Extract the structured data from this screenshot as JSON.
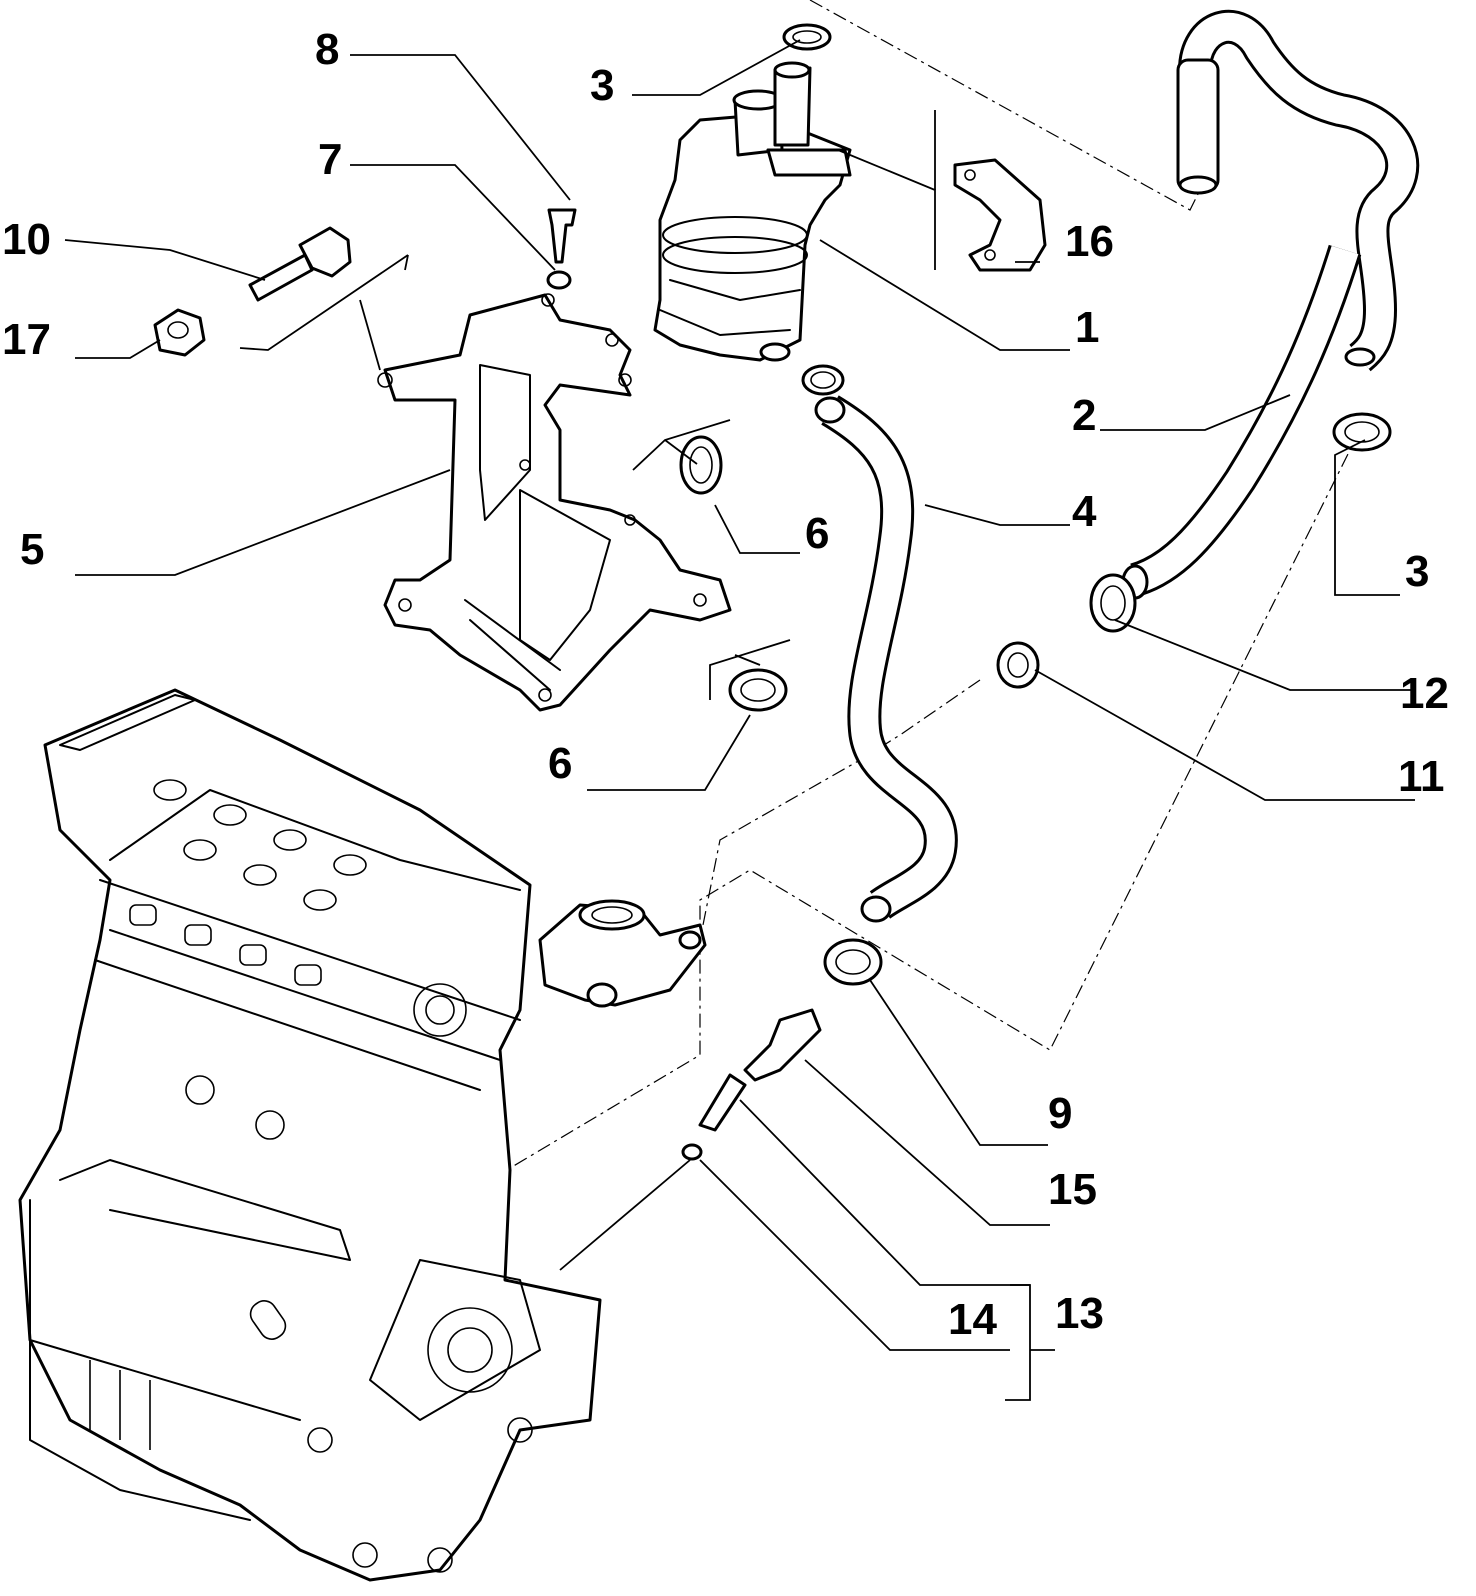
{
  "diagram": {
    "labels": {
      "p1": "1",
      "p2": "2",
      "p3a": "3",
      "p3b": "3",
      "p4": "4",
      "p5": "5",
      "p6a": "6",
      "p6b": "6",
      "p7": "7",
      "p8": "8",
      "p9": "9",
      "p10": "10",
      "p11": "11",
      "p12": "12",
      "p13": "13",
      "p14": "14",
      "p15": "15",
      "p16": "16",
      "p17": "17"
    },
    "colors": {
      "line": "#000000",
      "background": "#ffffff"
    }
  }
}
